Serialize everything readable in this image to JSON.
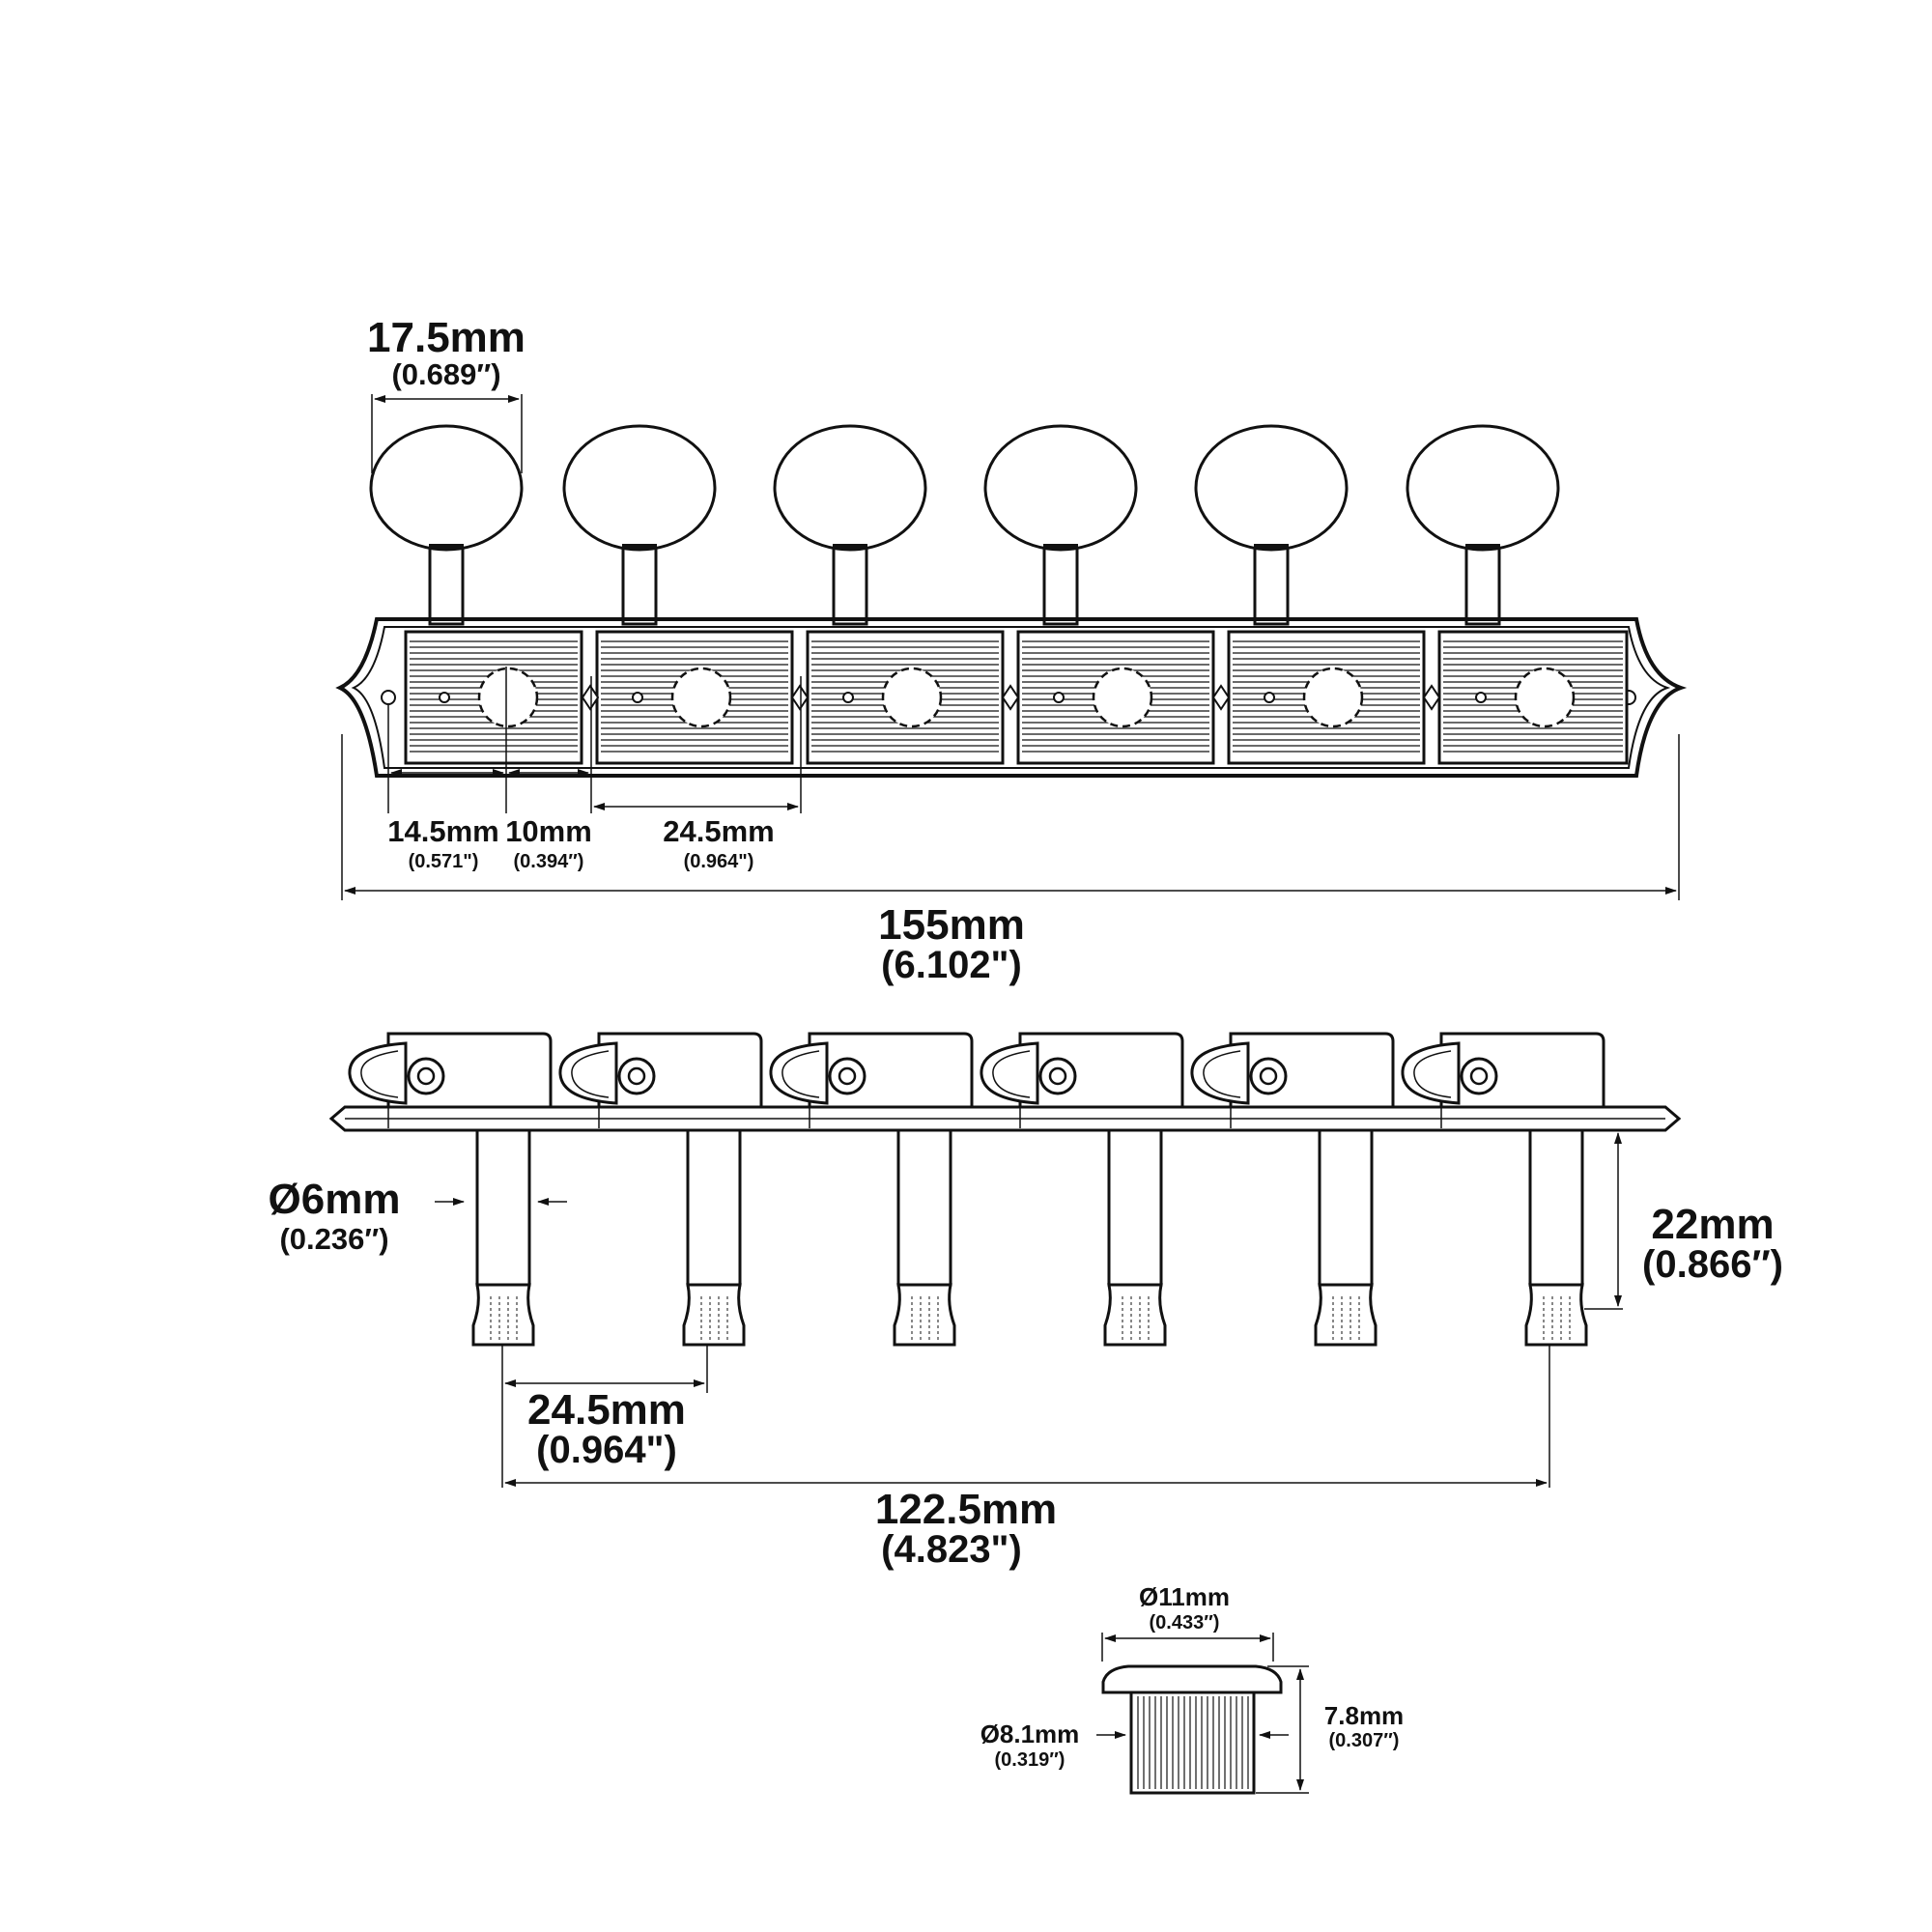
{
  "colors": {
    "ink": "#111111",
    "paper": "#ffffff"
  },
  "top_view": {
    "knob_width": {
      "mm": "17.5mm",
      "in": "(0.689″)"
    },
    "edge_to_post": {
      "mm": "14.5mm",
      "in": "(0.571\")"
    },
    "post_to_screw": {
      "mm": "10mm",
      "in": "(0.394″)"
    },
    "post_spacing": {
      "mm": "24.5mm",
      "in": "(0.964\")"
    },
    "overall_length": {
      "mm": "155mm",
      "in": "(6.102\")"
    }
  },
  "side_view": {
    "post_diameter": {
      "mm": "Ø6mm",
      "in": "(0.236″)"
    },
    "post_height": {
      "mm": "22mm",
      "in": "(0.866″)"
    },
    "post_spacing": {
      "mm": "24.5mm",
      "in": "(0.964\")"
    },
    "outer_posts_span": {
      "mm": "122.5mm",
      "in": "(4.823\")"
    }
  },
  "bushing": {
    "flange_diameter": {
      "mm": "Ø11mm",
      "in": "(0.433″)"
    },
    "body_diameter": {
      "mm": "Ø8.1mm",
      "in": "(0.319″)"
    },
    "height": {
      "mm": "7.8mm",
      "in": "(0.307″)"
    }
  }
}
